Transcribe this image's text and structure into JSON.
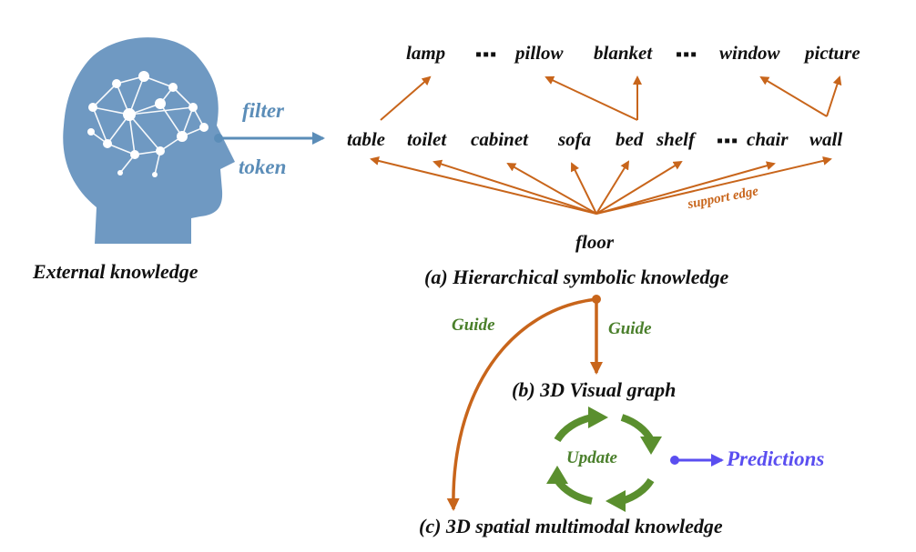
{
  "external": {
    "filter_label": "filter",
    "token_label": "token",
    "caption": "External knowledge"
  },
  "hierarchy": {
    "top_row": [
      "lamp",
      "pillow",
      "blanket",
      "window",
      "picture"
    ],
    "mid_row": [
      "table",
      "toilet",
      "cabinet",
      "sofa",
      "bed",
      "shelf",
      "chair",
      "wall"
    ],
    "ellipsis": "▪▪▪",
    "floor": "floor",
    "support_edge": "support edge",
    "caption": "(a) Hierarchical symbolic knowledge"
  },
  "flow": {
    "guide_left": "Guide",
    "guide_right": "Guide",
    "visual_graph_caption": "(b) 3D Visual graph",
    "update_label": "Update",
    "predictions_label": "Predictions",
    "spatial_caption": "(c) 3D spatial multimodal knowledge"
  },
  "colors": {
    "head": "#6f99c2",
    "brain_lines": "#ffffff",
    "filter_arrow": "#5b8db8",
    "edge": "#c8651b",
    "guide_text": "#4a7f2b",
    "cycle": "#5a8f2e",
    "predictions": "#5a4ef0"
  },
  "icons": {
    "head": "head-with-brain-network-icon",
    "cycle": "circular-update-arrows-icon"
  }
}
